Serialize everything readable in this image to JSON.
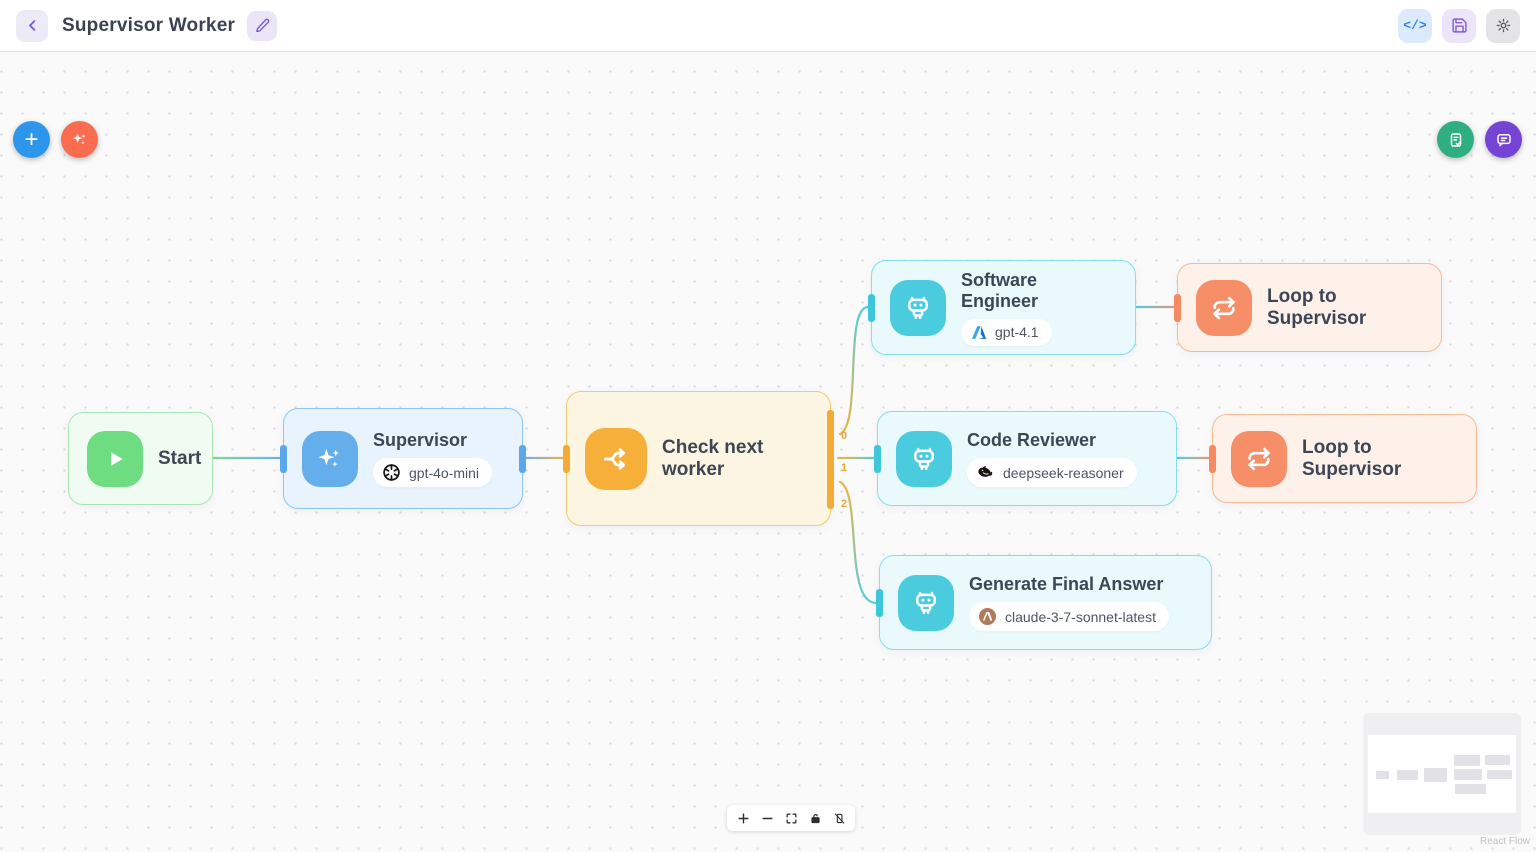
{
  "header": {
    "title": "Supervisor Worker",
    "actions": {
      "code_label": "</>"
    }
  },
  "nodes": [
    {
      "id": "start",
      "title": "Start",
      "type": "start",
      "icon": "play-icon",
      "accent": "#6edc80"
    },
    {
      "id": "supervisor",
      "title": "Supervisor",
      "type": "agent",
      "icon": "sparkles-icon",
      "accent": "#64aeec",
      "model": "gpt-4o-mini",
      "provider": "openai"
    },
    {
      "id": "check-next-worker",
      "title": "Check next worker",
      "type": "router",
      "icon": "split-icon",
      "accent": "#f6b03a"
    },
    {
      "id": "software-engineer",
      "title": "Software Engineer",
      "type": "agent",
      "icon": "robot-icon",
      "accent": "#4accde",
      "model": "gpt-4.1",
      "provider": "azure"
    },
    {
      "id": "loop-to-supervisor-1",
      "title": "Loop to Supervisor",
      "type": "loop",
      "icon": "repeat-icon",
      "accent": "#f68e68"
    },
    {
      "id": "code-reviewer",
      "title": "Code Reviewer",
      "type": "agent",
      "icon": "robot-icon",
      "accent": "#4accde",
      "model": "deepseek-reasoner",
      "provider": "deepseek"
    },
    {
      "id": "loop-to-supervisor-2",
      "title": "Loop to Supervisor",
      "type": "loop",
      "icon": "repeat-icon",
      "accent": "#f68e68"
    },
    {
      "id": "generate-final-answer",
      "title": "Generate Final Answer",
      "type": "agent",
      "icon": "robot-icon",
      "accent": "#4accde",
      "model": "claude-3-7-sonnet-latest",
      "provider": "anthropic"
    }
  ],
  "edges": {
    "labels": [
      "0",
      "1",
      "2"
    ],
    "connections": [
      "start -> supervisor",
      "supervisor -> check-next-worker",
      "check-next-worker -0-> software-engineer",
      "check-next-worker -1-> code-reviewer",
      "check-next-worker -2-> generate-final-answer",
      "software-engineer -> loop-to-supervisor-1",
      "code-reviewer -> loop-to-supervisor-2"
    ]
  },
  "controls": {
    "items": [
      "zoom-in",
      "zoom-out",
      "fit-view",
      "lock",
      "interactive-toggle"
    ]
  },
  "colors": {
    "edge_green": "#7fd98d",
    "edge_blue": "#6cb0ec",
    "edge_amber": "#f1b43e",
    "edge_teal": "#50cede",
    "edge_salmon": "#f5916e",
    "edge_label": "#f0a43c",
    "fab_add": "#2e96ea",
    "fab_ai": "#f96c50",
    "fab_report": "#2fae82",
    "fab_chat": "#7644d4",
    "accent_purple": "#7a5ad0"
  },
  "attribution": "React Flow"
}
